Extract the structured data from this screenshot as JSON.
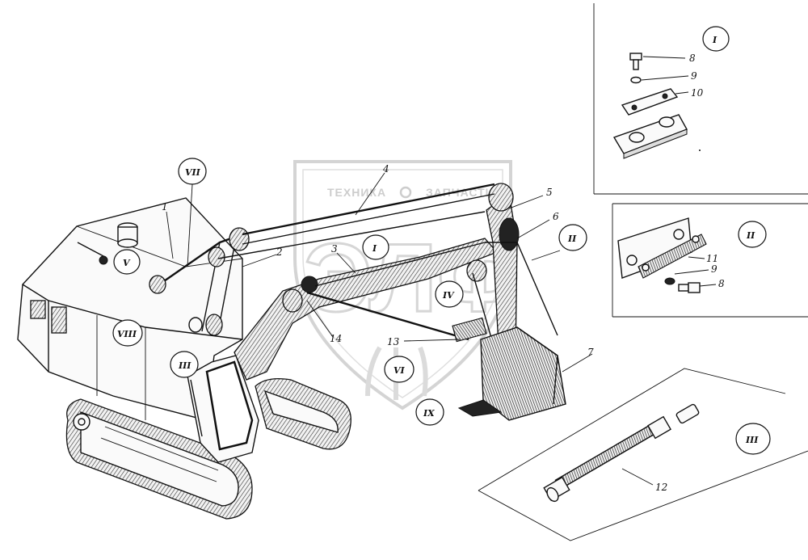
{
  "watermark": {
    "left_text": "ТЕХНИКА",
    "right_text": "ЗАПЧАСТИ",
    "logo": "ЭЛФ"
  },
  "callouts": {
    "roman": [
      "I",
      "II",
      "III",
      "IV",
      "V",
      "VI",
      "VII",
      "VIII",
      "IX"
    ],
    "main": {
      "c1": "1",
      "c2": "2",
      "c3": "3",
      "c4": "4",
      "c5": "5",
      "c6": "6",
      "c7": "7",
      "c13": "13",
      "c14": "14"
    }
  },
  "detail_I": {
    "id": "I",
    "parts": [
      "8",
      "9",
      "10"
    ]
  },
  "detail_II": {
    "id": "II",
    "parts": [
      "11",
      "9",
      "8"
    ]
  },
  "detail_III": {
    "id": "III",
    "parts": [
      "12"
    ]
  }
}
